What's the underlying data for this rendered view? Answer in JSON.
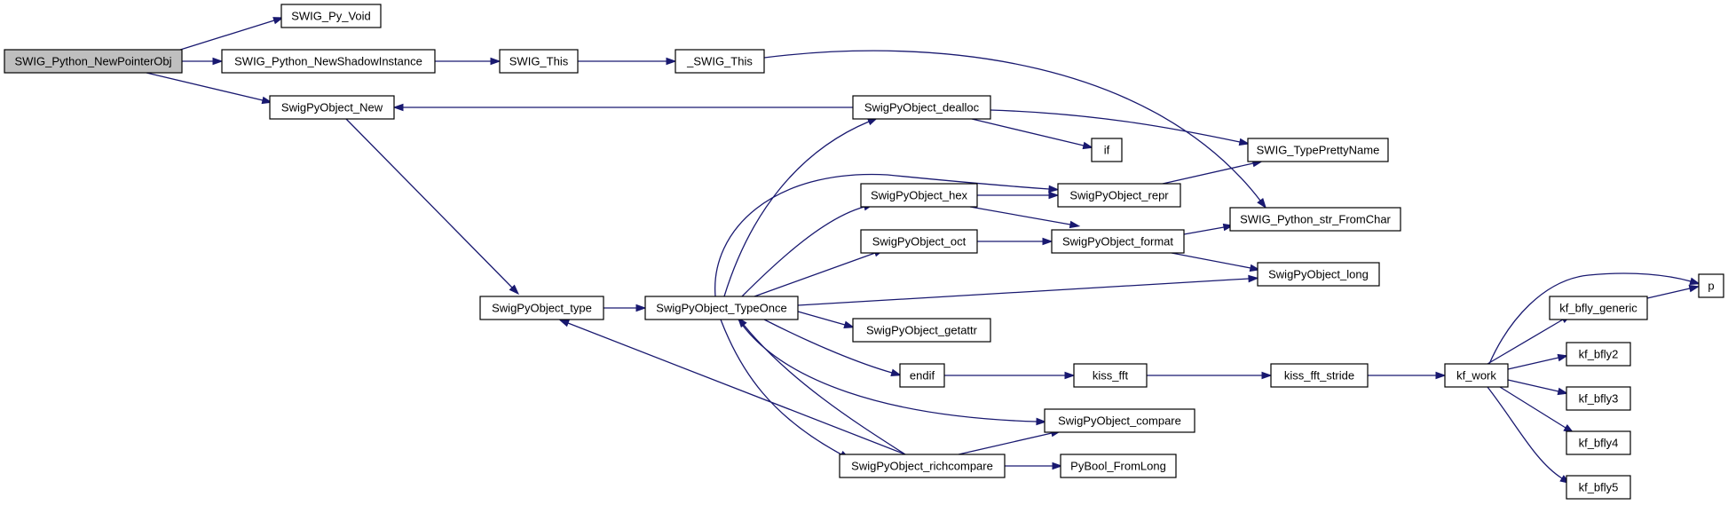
{
  "diagram": {
    "type": "call-graph",
    "colors": {
      "edge": "#191970",
      "root_fill": "#bfbfbf",
      "node_fill": "#ffffff",
      "node_border": "#000000"
    },
    "nodes": [
      {
        "id": "n0",
        "label": "SWIG_Python_NewPointerObj",
        "root": true
      },
      {
        "id": "n1",
        "label": "SWIG_Py_Void"
      },
      {
        "id": "n2",
        "label": "SWIG_Python_NewShadowInstance"
      },
      {
        "id": "n3",
        "label": "SWIG_This"
      },
      {
        "id": "n4",
        "label": "_SWIG_This"
      },
      {
        "id": "n5",
        "label": "SwigPyObject_New"
      },
      {
        "id": "n6",
        "label": "SwigPyObject_dealloc"
      },
      {
        "id": "n7",
        "label": "if"
      },
      {
        "id": "n8",
        "label": "SWIG_TypePrettyName"
      },
      {
        "id": "n9",
        "label": "SwigPyObject_repr"
      },
      {
        "id": "n10",
        "label": "SwigPyObject_hex"
      },
      {
        "id": "n11",
        "label": "SWIG_Python_str_FromChar"
      },
      {
        "id": "n12",
        "label": "SwigPyObject_oct"
      },
      {
        "id": "n13",
        "label": "SwigPyObject_format"
      },
      {
        "id": "n14",
        "label": "SwigPyObject_long"
      },
      {
        "id": "n15",
        "label": "SwigPyObject_type"
      },
      {
        "id": "n16",
        "label": "SwigPyObject_TypeOnce"
      },
      {
        "id": "n17",
        "label": "p"
      },
      {
        "id": "n18",
        "label": "kf_bfly_generic"
      },
      {
        "id": "n19",
        "label": "SwigPyObject_getattr"
      },
      {
        "id": "n20",
        "label": "kf_bfly2"
      },
      {
        "id": "n21",
        "label": "endif"
      },
      {
        "id": "n22",
        "label": "kiss_fft"
      },
      {
        "id": "n23",
        "label": "kiss_fft_stride"
      },
      {
        "id": "n24",
        "label": "kf_work"
      },
      {
        "id": "n25",
        "label": "kf_bfly3"
      },
      {
        "id": "n26",
        "label": "SwigPyObject_compare"
      },
      {
        "id": "n27",
        "label": "kf_bfly4"
      },
      {
        "id": "n28",
        "label": "SwigPyObject_richcompare"
      },
      {
        "id": "n29",
        "label": "PyBool_FromLong"
      },
      {
        "id": "n30",
        "label": "kf_bfly5"
      }
    ],
    "edges": [
      {
        "from": "n0",
        "to": "n1"
      },
      {
        "from": "n0",
        "to": "n2"
      },
      {
        "from": "n0",
        "to": "n5"
      },
      {
        "from": "n2",
        "to": "n3"
      },
      {
        "from": "n3",
        "to": "n4"
      },
      {
        "from": "n4",
        "to": "n11"
      },
      {
        "from": "n5",
        "to": "n15"
      },
      {
        "from": "n6",
        "to": "n5"
      },
      {
        "from": "n6",
        "to": "n7"
      },
      {
        "from": "n6",
        "to": "n8"
      },
      {
        "from": "n9",
        "to": "n8"
      },
      {
        "from": "n10",
        "to": "n9"
      },
      {
        "from": "n10",
        "to": "n13"
      },
      {
        "from": "n12",
        "to": "n13"
      },
      {
        "from": "n13",
        "to": "n11"
      },
      {
        "from": "n13",
        "to": "n14"
      },
      {
        "from": "n15",
        "to": "n16"
      },
      {
        "from": "n16",
        "to": "n6"
      },
      {
        "from": "n16",
        "to": "n9"
      },
      {
        "from": "n16",
        "to": "n10"
      },
      {
        "from": "n16",
        "to": "n12"
      },
      {
        "from": "n16",
        "to": "n14"
      },
      {
        "from": "n16",
        "to": "n19"
      },
      {
        "from": "n16",
        "to": "n21"
      },
      {
        "from": "n16",
        "to": "n26"
      },
      {
        "from": "n16",
        "to": "n28"
      },
      {
        "from": "n28",
        "to": "n15"
      },
      {
        "from": "n28",
        "to": "n16"
      },
      {
        "from": "n28",
        "to": "n26"
      },
      {
        "from": "n28",
        "to": "n29"
      },
      {
        "from": "n21",
        "to": "n22"
      },
      {
        "from": "n22",
        "to": "n23"
      },
      {
        "from": "n23",
        "to": "n24"
      },
      {
        "from": "n24",
        "to": "n17"
      },
      {
        "from": "n24",
        "to": "n18"
      },
      {
        "from": "n24",
        "to": "n20"
      },
      {
        "from": "n24",
        "to": "n25"
      },
      {
        "from": "n24",
        "to": "n27"
      },
      {
        "from": "n24",
        "to": "n30"
      },
      {
        "from": "n18",
        "to": "n17"
      }
    ]
  }
}
